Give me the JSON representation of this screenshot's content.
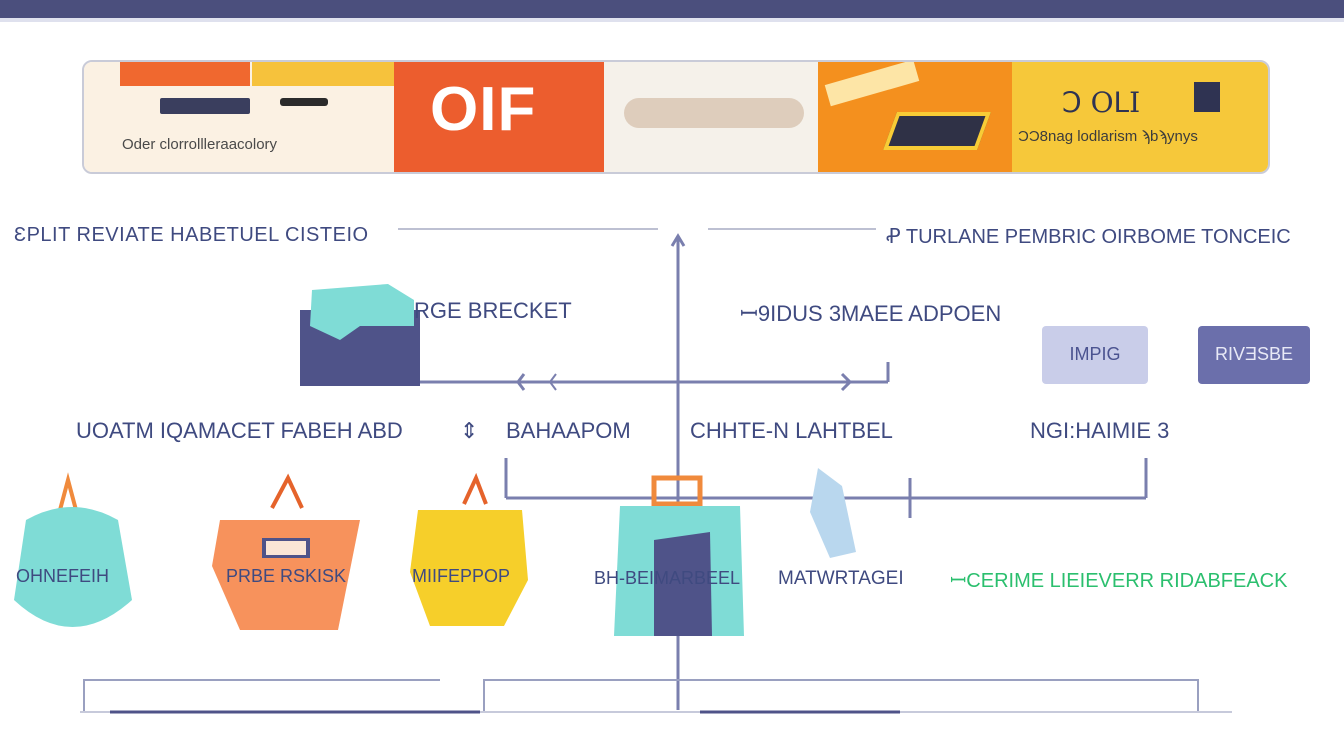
{
  "banner": {
    "panel1_caption": "Oder clorrollleraacolory",
    "panel2_text": "OIF",
    "panel5_logo": "ꓛ OꓡI",
    "panel5_caption": "ϽϽ8nag lodlarism ϡbϡynys"
  },
  "headers": {
    "left": "ƐPLIT REVIATE HABETUEL CISTEIO",
    "right": "Ꝓ  TURLANE PEMBRIC OIRBOME TONCEIC"
  },
  "labels": {
    "rge_bracket": "RGE BRECKET",
    "bidus": "ꟷ9IDUS 3MAEE ADPOEN",
    "uoatm": "UOATM IQAMACET FABEH ABD",
    "bahaapom": "BAHAAPOM",
    "chhte": "CHHTE-N LAHTBEL",
    "ngi": "NGI:HAIMIE 3",
    "matwrtage": "MATWRTAGEI",
    "cerime": "ꟷCERIME  LIEIEVERR RIDABFEACK",
    "bucket1": "OHNEFEIH",
    "bucket2": "PRBE RSKISK",
    "bucket3": "MIIFEPPOP",
    "bucket4": "BH-BEIMARBEEL"
  },
  "buttons": {
    "light": "IMPIG",
    "dark": "RIVƎSBE"
  },
  "colors": {
    "topbar": "#4b4f7d",
    "line": "#7a7fae",
    "teal": "#7fdcd6",
    "orange": "#f7925c",
    "yellow": "#f6cf2a",
    "navy": "#4f5389",
    "green": "#2bbf6e"
  }
}
